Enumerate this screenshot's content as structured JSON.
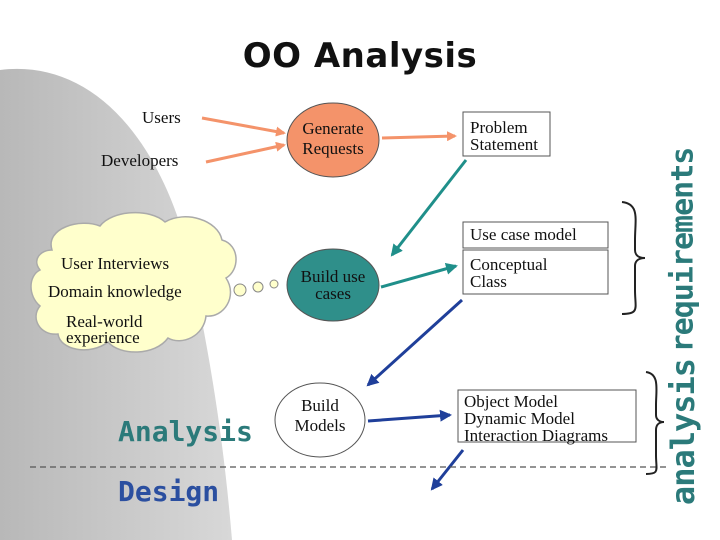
{
  "title": "OO Analysis",
  "sources": {
    "users": "Users",
    "developers": "Developers"
  },
  "cloud": {
    "line1": "User Interviews",
    "line2": "Domain knowledge",
    "line3": "Real-world",
    "line4": "experience"
  },
  "nodes": {
    "generate": {
      "line1": "Generate",
      "line2": "Requests",
      "color": "#f4936a"
    },
    "build_use": {
      "line1": "Build use",
      "line2": "cases",
      "color": "#2f8f8a"
    },
    "build_models": {
      "line1": "Build",
      "line2": "Models",
      "color": "#ffffff"
    }
  },
  "boxes": {
    "problem": {
      "line1": "Problem",
      "line2": "Statement"
    },
    "usecase": "Use case model",
    "conceptual": {
      "line1": "Conceptual",
      "line2": "Class"
    },
    "object": {
      "line1": "Object Model",
      "line2": "Dynamic Model",
      "line3": "Interaction Diagrams"
    }
  },
  "side_labels": {
    "requirements": "requirements",
    "analysis": "analysis"
  },
  "phase_labels": {
    "analysis": "Analysis",
    "design": "Design"
  },
  "colors": {
    "orange_arrow": "#f4936a",
    "teal_arrow": "#1f8f8a",
    "blue_arrow": "#1f3f9a",
    "gray_panel": "#c8c8c8",
    "cloud": "#ffffcc"
  }
}
